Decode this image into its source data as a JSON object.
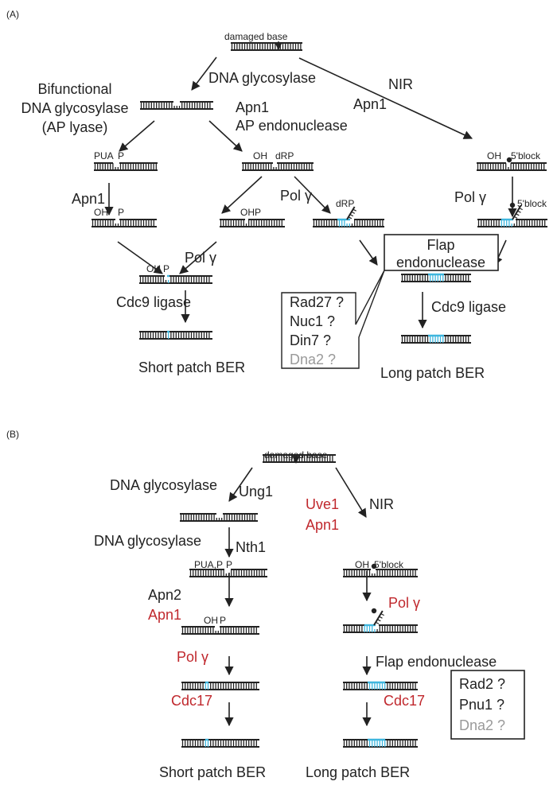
{
  "colors": {
    "ink": "#222222",
    "red": "#c0282d",
    "cyan": "#3fb6de",
    "gray": "#9a9a9a"
  },
  "panel_a": {
    "label": "(A)",
    "damaged_base": "damaged base",
    "dna_glycosylase": "DNA glycosylase",
    "nir": "NIR",
    "apn1_nir": "Apn1",
    "bifunctional_1": "Bifunctional",
    "bifunctional_2": "DNA glycosylase",
    "bifunctional_3": "(AP lyase)",
    "apn1_top": "Apn1",
    "ap_endonuclease": "AP endonuclease",
    "pua": "PUA",
    "p_left": "P",
    "oh_mid": "OH",
    "drp_mid": "dRP",
    "oh_right": "OH",
    "block_right": "5'block",
    "apn1_left": "Apn1",
    "oh_left2": "OH",
    "p_left2": "P",
    "ohp_mid": "OHP",
    "pol_mid": "Pol γ",
    "drp_flap": "dRP",
    "pol_right": "Pol γ",
    "block_right2": "5'block",
    "pol_left": "Pol γ",
    "oh_short": "OH",
    "p_short": "P",
    "flap_1": "Flap",
    "flap_2": "endonuclease",
    "cdc9_left": "Cdc9 ligase",
    "cdc9_right": "Cdc9 ligase",
    "candidates": [
      "Rad27 ?",
      "Nuc1 ?",
      "Din7 ?",
      "Dna2 ?"
    ],
    "short_patch": "Short patch BER",
    "long_patch": "Long patch BER"
  },
  "panel_b": {
    "label": "(B)",
    "damaged_base": "damaged base",
    "dna_glycosylase_1": "DNA glycosylase",
    "ung1": "Ung1",
    "uve1": "Uve1",
    "apn1_red": "Apn1",
    "nir": "NIR",
    "dna_glycosylase_2": "DNA glycosylase",
    "nth1": "Nth1",
    "pua": "PUA,P",
    "p": "P",
    "oh_right": "OH",
    "block_right": "5'block",
    "apn2": "Apn2",
    "apn1_left": "Apn1",
    "oh_left": "OH",
    "p_left": "P",
    "pol_right": "Pol γ",
    "pol_left": "Pol γ",
    "flap_endonuclease": "Flap endonuclease",
    "candidates": [
      "Rad2 ?",
      "Pnu1 ?",
      "Dna2 ?"
    ],
    "cdc17_left": "Cdc17",
    "cdc17_right": "Cdc17",
    "short_patch": "Short patch BER",
    "long_patch": "Long patch BER"
  }
}
